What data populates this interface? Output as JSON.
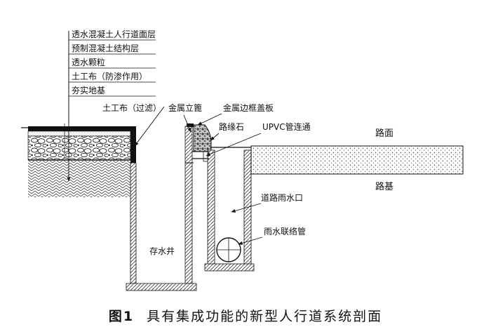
{
  "layers": {
    "l1": "透水混凝土人行道面层",
    "l2": "预制混凝土结构层",
    "l3": "透水颗粒",
    "l4": "土工布（防渗作用）",
    "l5": "夯实地基"
  },
  "labels": {
    "geotextile_filter": "土工布（过滤）",
    "metal_cage": "金属立篦",
    "metal_cover": "金属边框盖板",
    "curb": "路缘石",
    "upvc": "UPVC管连通",
    "road_surface": "路面",
    "road_base": "路基",
    "inlet": "道路雨水口",
    "rain_pipe": "雨水联络管",
    "storage_well": "存水井"
  },
  "caption": {
    "number": "图1",
    "text": "具有集成功能的新型人行道系统剖面"
  }
}
